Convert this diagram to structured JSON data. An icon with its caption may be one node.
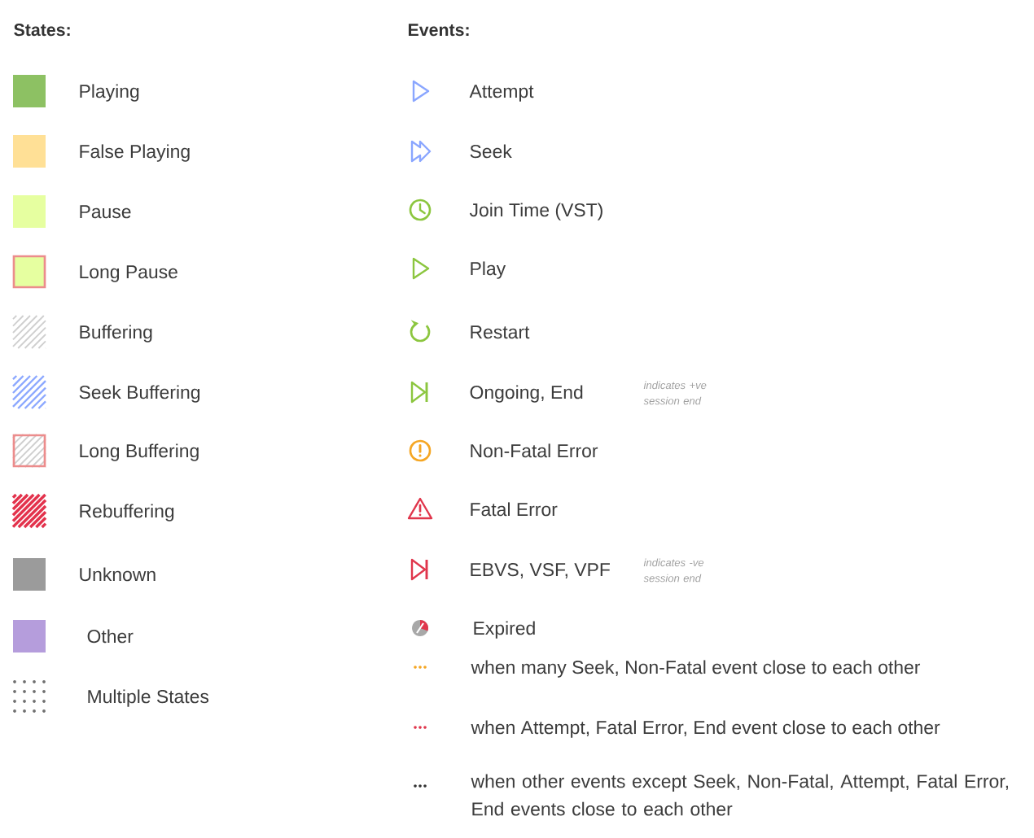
{
  "diagram": {
    "labels": [
      "States:",
      "Events:",
      "indicates +ve session end",
      "indicates -ve session end"
    ],
    "legend": [
      {
        "text": "Playing",
        "color": "#8dc163"
      },
      {
        "text": "False Playing",
        "color": "#ffe096"
      },
      {
        "text": "Pause",
        "color": "#e6ffa0"
      },
      {
        "text": "Long Pause"
      },
      {
        "text": "Buffering"
      },
      {
        "text": "Seek Buffering"
      },
      {
        "text": "Long Buffering"
      },
      {
        "text": "Rebuffering"
      },
      {
        "text": "Unknown",
        "color": "#9b9b9b"
      },
      {
        "text": "Other",
        "color": "#b59ddc"
      },
      {
        "text": "Multiple States"
      },
      {
        "text": "Attempt"
      },
      {
        "text": "Seek"
      },
      {
        "text": "Join Time (VST)"
      },
      {
        "text": "Play"
      },
      {
        "text": "Restart"
      },
      {
        "text": "Ongoing, End"
      },
      {
        "text": "Non-Fatal Error"
      },
      {
        "text": "Fatal Error"
      },
      {
        "text": "EBVS, VSF, VPF"
      },
      {
        "text": "Expired"
      },
      {
        "text": "when many Seek, Non-Fatal event close to each other"
      },
      {
        "text": "when Attempt, Fatal Error, End event close to each other"
      },
      {
        "text": "when other events except Seek, Non-Fatal, Attempt, Fatal Error, End events close to each other"
      }
    ]
  }
}
